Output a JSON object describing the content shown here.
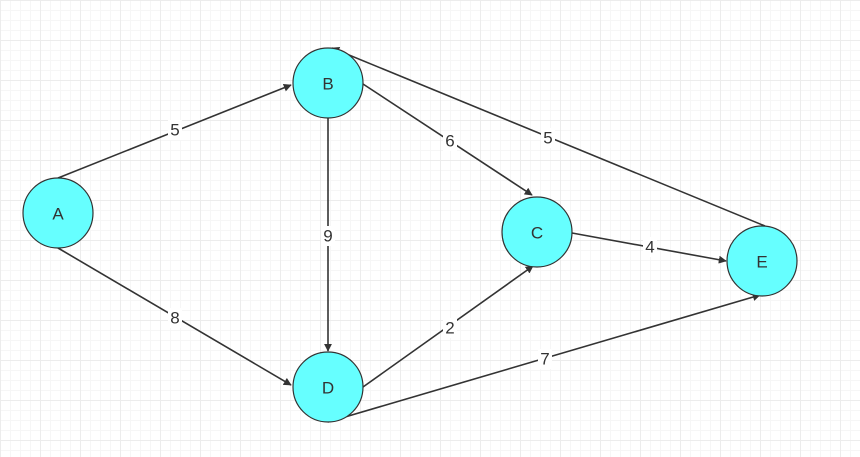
{
  "graph": {
    "nodes": [
      {
        "id": "A",
        "label": "A"
      },
      {
        "id": "B",
        "label": "B"
      },
      {
        "id": "C",
        "label": "C"
      },
      {
        "id": "D",
        "label": "D"
      },
      {
        "id": "E",
        "label": "E"
      }
    ],
    "edges": [
      {
        "from": "A",
        "to": "B",
        "weight": "5"
      },
      {
        "from": "A",
        "to": "D",
        "weight": "8"
      },
      {
        "from": "B",
        "to": "D",
        "weight": "9"
      },
      {
        "from": "B",
        "to": "C",
        "weight": "6"
      },
      {
        "from": "D",
        "to": "C",
        "weight": "2"
      },
      {
        "from": "C",
        "to": "E",
        "weight": "4"
      },
      {
        "from": "D",
        "to": "E",
        "weight": "7"
      },
      {
        "from": "E",
        "to": "B",
        "weight": "5"
      }
    ]
  },
  "colors": {
    "node_fill": "#66ffff",
    "stroke": "#333333"
  }
}
